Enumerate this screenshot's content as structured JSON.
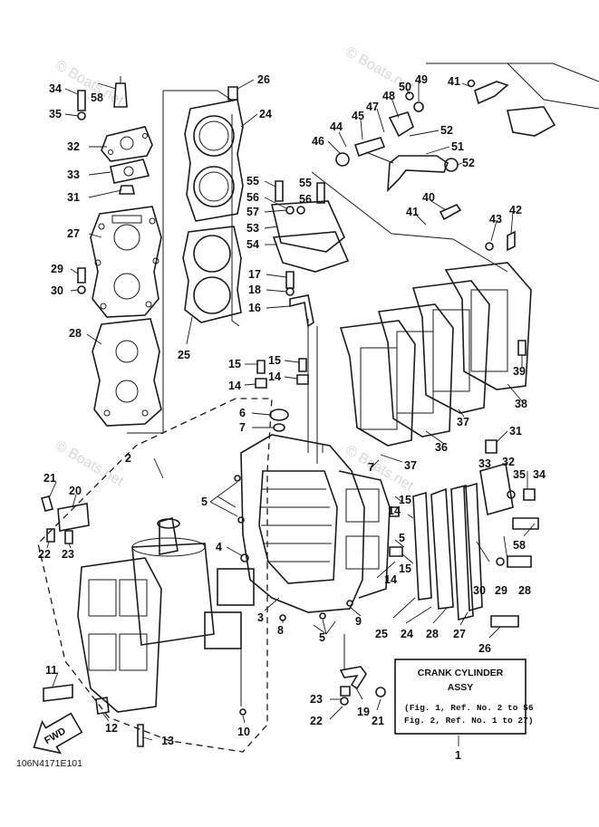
{
  "watermarks": [
    "© Boats.net",
    "© Boats.net",
    "© Boats.net",
    "© Boats.net"
  ],
  "title_box": {
    "title_line1": "CRANK CYLINDER",
    "title_line2": "ASSY",
    "note_line1": "(Fig. 1, Ref. No. 2 to 56",
    "note_line2": " Fig. 2, Ref. No. 1 to 27)"
  },
  "direction_arrow_label": "FWD",
  "diagram_code": "106N4171E101",
  "callouts": {
    "c1": "1",
    "c2": "2",
    "c3": "3",
    "c4": "4",
    "c5a": "5",
    "c5b": "5",
    "c5c": "5",
    "c6": "6",
    "c7a": "7",
    "c7b": "7",
    "c8": "8",
    "c9": "9",
    "c10": "10",
    "c11": "11",
    "c12": "12",
    "c13": "13",
    "c14a": "14",
    "c14b": "14",
    "c14c": "14",
    "c14d": "14",
    "c15a": "15",
    "c15b": "15",
    "c15c": "15",
    "c15d": "15",
    "c16": "16",
    "c17": "17",
    "c18": "18",
    "c19": "19",
    "c20": "20",
    "c21a": "21",
    "c21b": "21",
    "c22a": "22",
    "c22b": "22",
    "c23a": "23",
    "c23b": "23",
    "c24a": "24",
    "c24b": "24",
    "c25a": "25",
    "c25b": "25",
    "c26a": "26",
    "c26b": "26",
    "c27a": "27",
    "c27b": "27",
    "c28a": "28",
    "c28b": "28",
    "c29a": "29",
    "c29b": "29",
    "c30a": "30",
    "c30b": "30",
    "c31a": "31",
    "c31b": "31",
    "c32a": "32",
    "c32b": "32",
    "c33a": "33",
    "c33b": "33",
    "c34a": "34",
    "c34b": "34",
    "c35a": "35",
    "c35b": "35",
    "c36": "36",
    "c37a": "37",
    "c37b": "37",
    "c38": "38",
    "c39": "39",
    "c40": "40",
    "c41a": "41",
    "c41b": "41",
    "c42": "42",
    "c43": "43",
    "c44": "44",
    "c45": "45",
    "c46": "46",
    "c47": "47",
    "c48": "48",
    "c49": "49",
    "c50": "50",
    "c51": "51",
    "c52a": "52",
    "c52b": "52",
    "c53": "53",
    "c54": "54",
    "c55a": "55",
    "c55b": "55",
    "c56a": "56",
    "c56b": "56",
    "c57": "57",
    "c58a": "58",
    "c58b": "58"
  }
}
